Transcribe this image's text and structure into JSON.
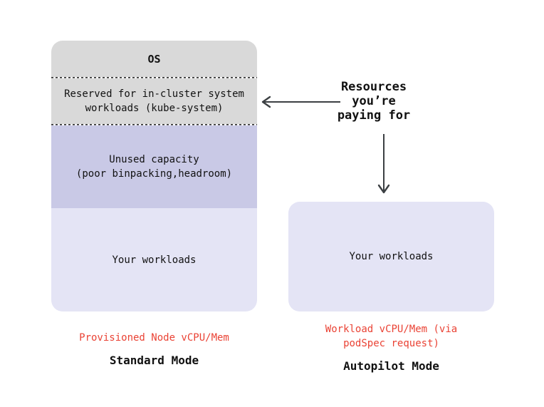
{
  "colors": {
    "gray": "#d9d9d9",
    "purple": "#c9c9e6",
    "lavender": "#e4e4f5",
    "red": "#ea4335",
    "arrow": "#3c4043",
    "text": "#111111"
  },
  "standard_stack": {
    "os_label": "OS",
    "reserved_label": "Reserved for in-cluster system\nworkloads (kube-system)",
    "unused_label": "Unused capacity\n(poor binpacking,headroom)",
    "workloads_label": "Your workloads"
  },
  "autopilot_box": {
    "workloads_label": "Your workloads"
  },
  "annotation": {
    "text": "Resources\nyou’re\npaying for"
  },
  "captions": {
    "standard": {
      "cost_label": "Provisioned Node vCPU/Mem",
      "mode_label": "Standard Mode"
    },
    "autopilot": {
      "cost_label": "Workload vCPU/Mem (via\npodSpec request)",
      "mode_label": "Autopilot Mode"
    }
  }
}
